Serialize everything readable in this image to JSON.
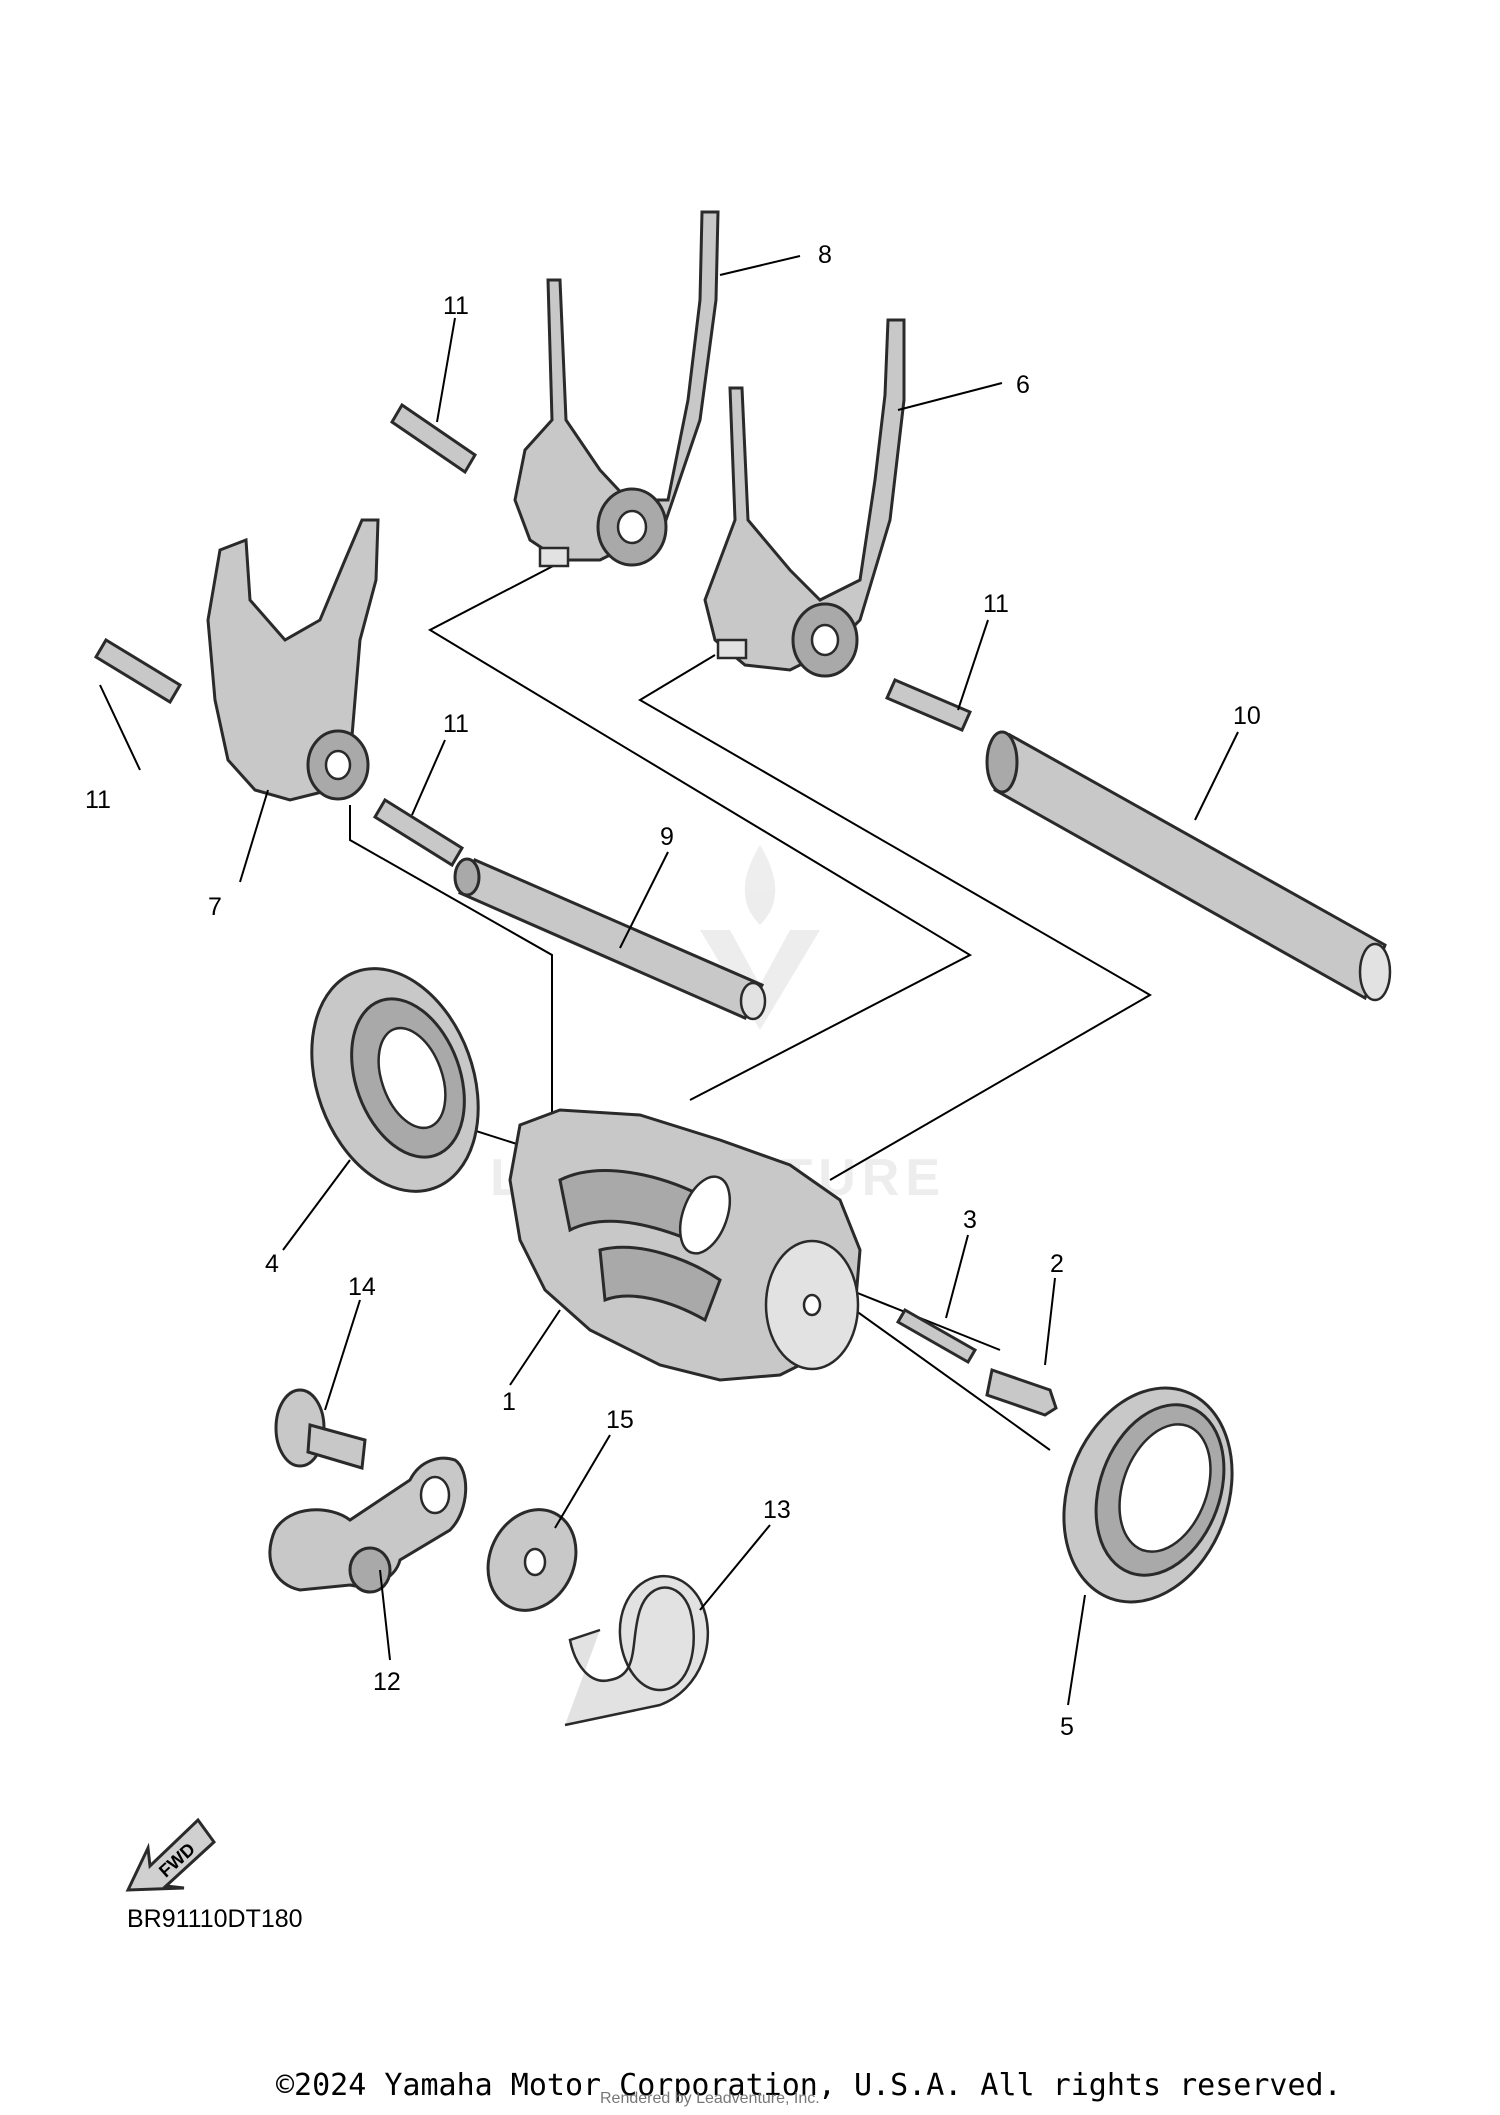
{
  "drawing_code": "BR91110DT180",
  "fwd_label": "FWD",
  "copyright": "©2024 Yamaha Motor Corporation, U.S.A. All rights reserved.",
  "rendered_by": "Rendered by Leadventure, Inc.",
  "watermark": "LEADVENTURE",
  "callouts": {
    "c1": "1",
    "c2": "2",
    "c3": "3",
    "c4": "4",
    "c5": "5",
    "c6": "6",
    "c7": "7",
    "c8": "8",
    "c9": "9",
    "c10": "10",
    "c11a": "11",
    "c11b": "11",
    "c11c": "11",
    "c11d": "11",
    "c12": "12",
    "c13": "13",
    "c14": "14",
    "c15": "15"
  }
}
